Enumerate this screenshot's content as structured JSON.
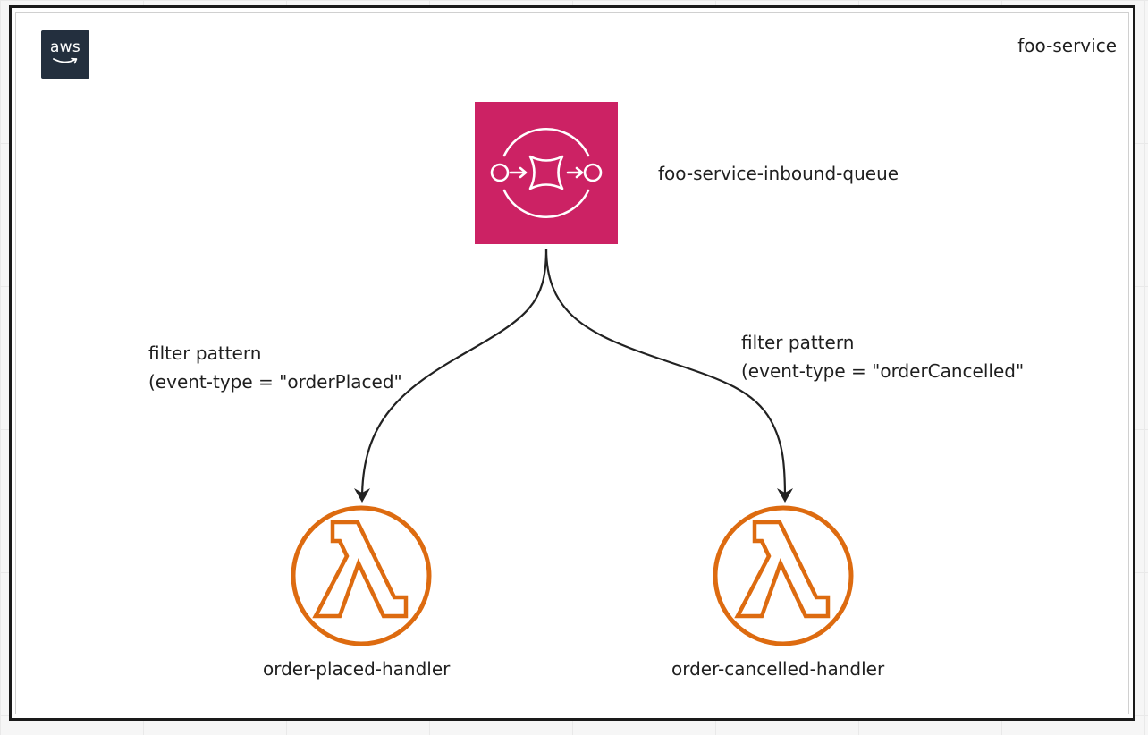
{
  "diagram": {
    "title": "foo-service",
    "brand_logo": "aws",
    "colors": {
      "sqs": "#cc2264",
      "lambda": "#dd6b10",
      "aws_badge": "#232f3e",
      "edge": "#222222"
    },
    "nodes": {
      "queue": {
        "label": "foo-service-inbound-queue",
        "icon": "sqs-queue-icon"
      },
      "handler_placed": {
        "label": "order-placed-handler",
        "icon": "lambda-icon"
      },
      "handler_cancelled": {
        "label": "order-cancelled-handler",
        "icon": "lambda-icon"
      }
    },
    "edges": [
      {
        "from": "queue",
        "to": "handler_placed",
        "label_line1": "filter pattern",
        "label_line2": "(event-type = \"orderPlaced\""
      },
      {
        "from": "queue",
        "to": "handler_cancelled",
        "label_line1": "filter pattern",
        "label_line2": "(event-type = \"orderCancelled\""
      }
    ]
  }
}
